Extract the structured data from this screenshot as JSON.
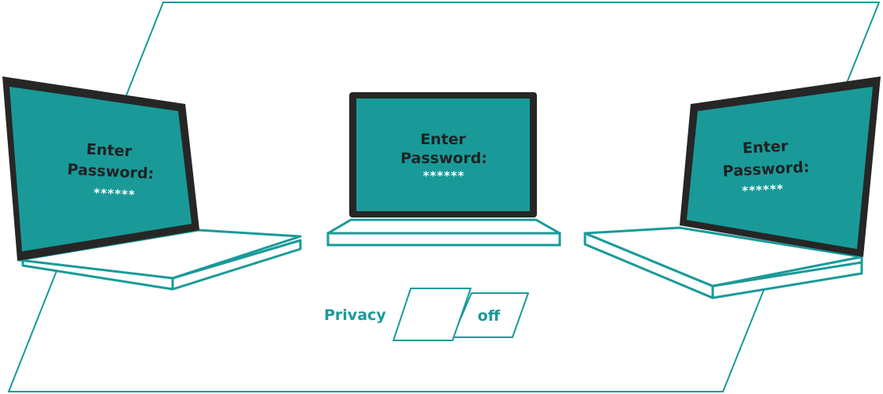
{
  "colors": {
    "teal": "#199a99",
    "frame": "#262626",
    "background": "#ffffff"
  },
  "laptops": [
    {
      "id": "left",
      "line1": "Enter",
      "line2": "Password:",
      "mask": "******"
    },
    {
      "id": "center",
      "line1": "Enter",
      "line2": "Password:",
      "mask": "******"
    },
    {
      "id": "right",
      "line1": "Enter",
      "line2": "Password:",
      "mask": "******"
    }
  ],
  "privacy_toggle": {
    "label": "Privacy",
    "state": "off"
  }
}
